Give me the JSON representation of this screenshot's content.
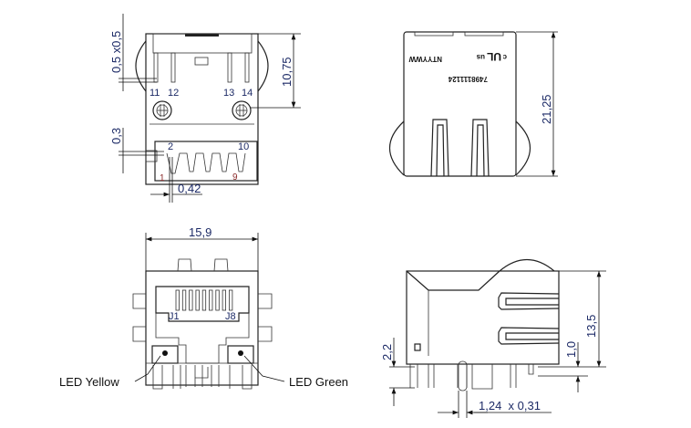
{
  "title": "RJ45 connector dimensional drawing",
  "views": {
    "top_left": {
      "dims": {
        "pin_size": "0,5 x0,5",
        "height": "10,75",
        "offset": "0,3",
        "pitch": "0,42"
      },
      "pin_labels": [
        "11",
        "12",
        "13",
        "14"
      ],
      "contact_labels": {
        "c2": "2",
        "c10": "10",
        "c1": "1",
        "c9": "9"
      }
    },
    "top_right": {
      "dims": {
        "length": "21,25"
      },
      "markings": {
        "datecode": "NTYYWW",
        "part_number": "7498111124",
        "cert_c": "c",
        "cert_ul": "UL",
        "cert_us": "us"
      }
    },
    "bottom_left": {
      "dims": {
        "width": "15,9"
      },
      "jack_labels": {
        "j1": "J1",
        "j8": "J8"
      },
      "led_labels": {
        "yellow": "LED Yellow",
        "green": "LED Green"
      }
    },
    "bottom_right": {
      "dims": {
        "height": "13,5",
        "standoff": "1,0",
        "pin_length": "2,2",
        "pin_size": "1,24  x 0,31"
      }
    }
  },
  "colors": {
    "dimension_text": "#1c2a66",
    "contact_label": "#8b2b2b"
  }
}
